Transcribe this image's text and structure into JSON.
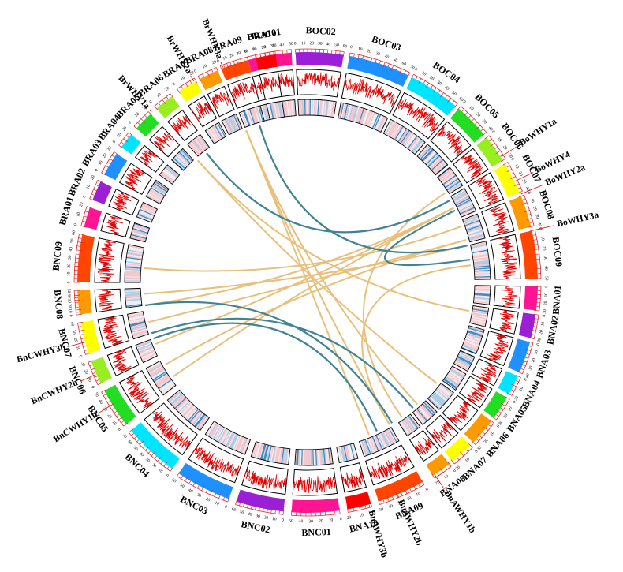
{
  "chromosomes": [
    {
      "name": "BOC01",
      "color": "#ff1493",
      "start": -15.0,
      "end": -4.0,
      "ticks": [
        "0",
        "10",
        "20",
        "30",
        "40",
        "50"
      ]
    },
    {
      "name": "BOC02",
      "color": "#9b1fd6",
      "start": -3.0,
      "end": 9.0,
      "ticks": [
        "0",
        "10",
        "20",
        "30",
        "40",
        "50",
        "60"
      ]
    },
    {
      "name": "BOC03",
      "color": "#1e90ff",
      "start": 10.5,
      "end": 26.0,
      "ticks": [
        "0",
        "10",
        "20",
        "30",
        "40",
        "50",
        "60",
        "70"
      ]
    },
    {
      "name": "BOC04",
      "color": "#00e5ff",
      "start": 27.0,
      "end": 40.0,
      "ticks": [
        "0",
        "10",
        "20",
        "30",
        "40",
        "50",
        "60"
      ]
    },
    {
      "name": "BOC05",
      "color": "#22dd22",
      "start": 41.0,
      "end": 50.0,
      "ticks": [
        "0",
        "10",
        "20",
        "30",
        "40"
      ]
    },
    {
      "name": "BOC06",
      "color": "#99ee22",
      "start": 51.0,
      "end": 58.0,
      "ticks": [
        "0",
        "10",
        "20",
        "30"
      ]
    },
    {
      "name": "BOC07",
      "color": "#ffff00",
      "start": 59.0,
      "end": 67.0,
      "ticks": [
        "0",
        "10",
        "20",
        "30",
        "40"
      ]
    },
    {
      "name": "BOC08",
      "color": "#ff9900",
      "start": 68.0,
      "end": 76.0,
      "ticks": [
        "0",
        "10",
        "20",
        "30",
        "40"
      ]
    },
    {
      "name": "BOC09",
      "color": "#ff4500",
      "start": 77.0,
      "end": 89.0,
      "ticks": [
        "0",
        "10",
        "20",
        "30",
        "40",
        "50"
      ]
    },
    {
      "name": "BNA01",
      "color": "#ff1493",
      "start": 91.0,
      "end": 97.0,
      "ticks": [
        "0",
        "10",
        "20",
        "30"
      ]
    },
    {
      "name": "BNA02",
      "color": "#9b1fd6",
      "start": 98.0,
      "end": 104.0,
      "ticks": [
        "0",
        "10",
        "20",
        "30"
      ]
    },
    {
      "name": "BNA03",
      "color": "#1e90ff",
      "start": 105.0,
      "end": 113.0,
      "ticks": [
        "0",
        "10",
        "20",
        "30",
        "40"
      ]
    },
    {
      "name": "BNA04",
      "color": "#00e5ff",
      "start": 114.0,
      "end": 119.0,
      "ticks": [
        "0",
        "10",
        "20"
      ]
    },
    {
      "name": "BNA05",
      "color": "#22dd22",
      "start": 120.0,
      "end": 126.0,
      "ticks": [
        "0",
        "10",
        "20",
        "30"
      ]
    },
    {
      "name": "BNA06",
      "color": "#ff9900",
      "start": 127.0,
      "end": 134.0,
      "ticks": [
        "0",
        "10",
        "20",
        "30"
      ]
    },
    {
      "name": "BNA07",
      "color": "#ffff00",
      "start": 135.0,
      "end": 141.0,
      "ticks": [
        "0",
        "10",
        "20"
      ]
    },
    {
      "name": "BNA08",
      "color": "#ff9900",
      "start": 142.0,
      "end": 147.0,
      "ticks": [
        "0",
        "10",
        "20"
      ]
    },
    {
      "name": "BNA09",
      "color": "#ff4500",
      "start": 150.0,
      "end": 162.0,
      "ticks": [
        "0",
        "10",
        "20",
        "30",
        "40",
        "50"
      ]
    },
    {
      "name": "BNA10",
      "color": "#ff0000",
      "start": 164.0,
      "end": 170.0,
      "ticks": [
        "0",
        "10",
        "20"
      ]
    },
    {
      "name": "BNC01",
      "color": "#ff1493",
      "start": 172.0,
      "end": 184.0,
      "ticks": [
        "0",
        "10",
        "20",
        "30",
        "40",
        "50"
      ]
    },
    {
      "name": "BNC02",
      "color": "#9b1fd6",
      "start": 186.0,
      "end": 198.0,
      "ticks": [
        "0",
        "10",
        "20",
        "30",
        "40",
        "50",
        "60"
      ]
    },
    {
      "name": "BNC03",
      "color": "#1e90ff",
      "start": 200.0,
      "end": 214.0,
      "ticks": [
        "0",
        "10",
        "20",
        "30",
        "40",
        "50",
        "60"
      ]
    },
    {
      "name": "BNC04",
      "color": "#00e5ff",
      "start": 216.0,
      "end": 230.0,
      "ticks": [
        "0",
        "10",
        "20",
        "30",
        "40",
        "50",
        "60",
        "70"
      ]
    },
    {
      "name": "BNC05",
      "color": "#22dd22",
      "start": 232.0,
      "end": 242.0,
      "ticks": [
        "0",
        "10",
        "20",
        "30",
        "40",
        "50"
      ]
    },
    {
      "name": "BNC06",
      "color": "#99ee22",
      "start": 244.0,
      "end": 250.0,
      "ticks": [
        "0",
        "10",
        "20",
        "30"
      ]
    },
    {
      "name": "BNC07",
      "color": "#ffff00",
      "start": 252.0,
      "end": 260.0,
      "ticks": [
        "0",
        "10",
        "20",
        "30",
        "40"
      ]
    },
    {
      "name": "BNC08",
      "color": "#ff9900",
      "start": 262.0,
      "end": 268.0,
      "ticks": [
        "0",
        "10",
        "20",
        "30",
        "40",
        "50"
      ]
    },
    {
      "name": "BNC09",
      "color": "#ff4500",
      "start": 270.0,
      "end": 282.0,
      "ticks": [
        "0",
        "10",
        "20",
        "30",
        "40",
        "50",
        "60"
      ]
    },
    {
      "name": "BRA01",
      "color": "#ff1493",
      "start": 284.0,
      "end": 289.0,
      "ticks": [
        "0",
        "10",
        "20"
      ]
    },
    {
      "name": "BRA02",
      "color": "#9b1fd6",
      "start": 291.0,
      "end": 296.0,
      "ticks": [
        "0",
        "10",
        "20"
      ]
    },
    {
      "name": "BRA03",
      "color": "#1e90ff",
      "start": 298.0,
      "end": 304.0,
      "ticks": [
        "0",
        "10",
        "20",
        "30"
      ]
    },
    {
      "name": "BRA04",
      "color": "#00e5ff",
      "start": 306.0,
      "end": 310.0,
      "ticks": [
        "0",
        "10",
        "20"
      ]
    },
    {
      "name": "BRA05",
      "color": "#22dd22",
      "start": 312.0,
      "end": 317.0,
      "ticks": [
        "0",
        "10",
        "20"
      ]
    },
    {
      "name": "BRA06",
      "color": "#99ee22",
      "start": 319.0,
      "end": 324.0,
      "ticks": [
        "0",
        "10",
        "20"
      ]
    },
    {
      "name": "BRA07",
      "color": "#ffff00",
      "start": 326.0,
      "end": 331.0,
      "ticks": [
        "0",
        "10",
        "20"
      ]
    },
    {
      "name": "BRA08",
      "color": "#ff9900",
      "start": 332.0,
      "end": 337.0,
      "ticks": [
        "0",
        "10",
        "20"
      ]
    },
    {
      "name": "BRA09",
      "color": "#ff4500",
      "start": 338.0,
      "end": 345.0,
      "ticks": [
        "0",
        "10",
        "20",
        "30",
        "40"
      ]
    },
    {
      "name": "BRA10",
      "color": "#ff0000",
      "start": 347.0,
      "end": 352.0,
      "ticks": [
        "0",
        "10",
        "20"
      ]
    }
  ],
  "gene_labels": [
    {
      "text": "BoWHY1a",
      "angle": 57.0,
      "r": 322
    },
    {
      "text": "BoWHY4",
      "angle": 64.0,
      "r": 322
    },
    {
      "text": "BoWHY2a",
      "angle": 67.5,
      "r": 327
    },
    {
      "text": "BoWHY3a",
      "angle": 77.0,
      "r": 325
    },
    {
      "text": "BnAWHY1b",
      "angle": 146.5,
      "r": 318
    },
    {
      "text": "BnAWHY2b",
      "angle": 157.0,
      "r": 300
    },
    {
      "text": "BnAWHY3b",
      "angle": 164.5,
      "r": 300
    },
    {
      "text": "BnCWHY1b",
      "angle": 238.0,
      "r": 315
    },
    {
      "text": "BnCWHY2b",
      "angle": 246.5,
      "r": 318
    },
    {
      "text": "BnCWHY3b",
      "angle": 255.0,
      "r": 318
    },
    {
      "text": "BrWHY1a",
      "angle": 317.5,
      "r": 300
    },
    {
      "text": "BrWHY2a",
      "angle": 330.5,
      "r": 305
    },
    {
      "text": "BrWHY3a",
      "angle": 338.5,
      "r": 305
    }
  ],
  "links": {
    "colors": {
      "orthologous": "#e8c07a",
      "paralogous": "#3f8493"
    },
    "orthologous": [
      [
        318,
        100
      ],
      [
        318,
        128
      ],
      [
        338,
        138
      ],
      [
        338,
        150
      ],
      [
        338,
        158
      ],
      [
        75,
        240
      ],
      [
        75,
        256
      ],
      [
        63,
        248
      ],
      [
        63,
        262
      ],
      [
        63,
        235
      ],
      [
        57,
        145
      ],
      [
        84,
        150
      ],
      [
        77,
        266
      ],
      [
        70,
        275
      ]
    ],
    "paralogous": [
      [
        322,
        60
      ],
      [
        343,
        77
      ],
      [
        252,
        140
      ],
      [
        250,
        155
      ],
      [
        262,
        149
      ],
      [
        82,
        64
      ]
    ]
  }
}
